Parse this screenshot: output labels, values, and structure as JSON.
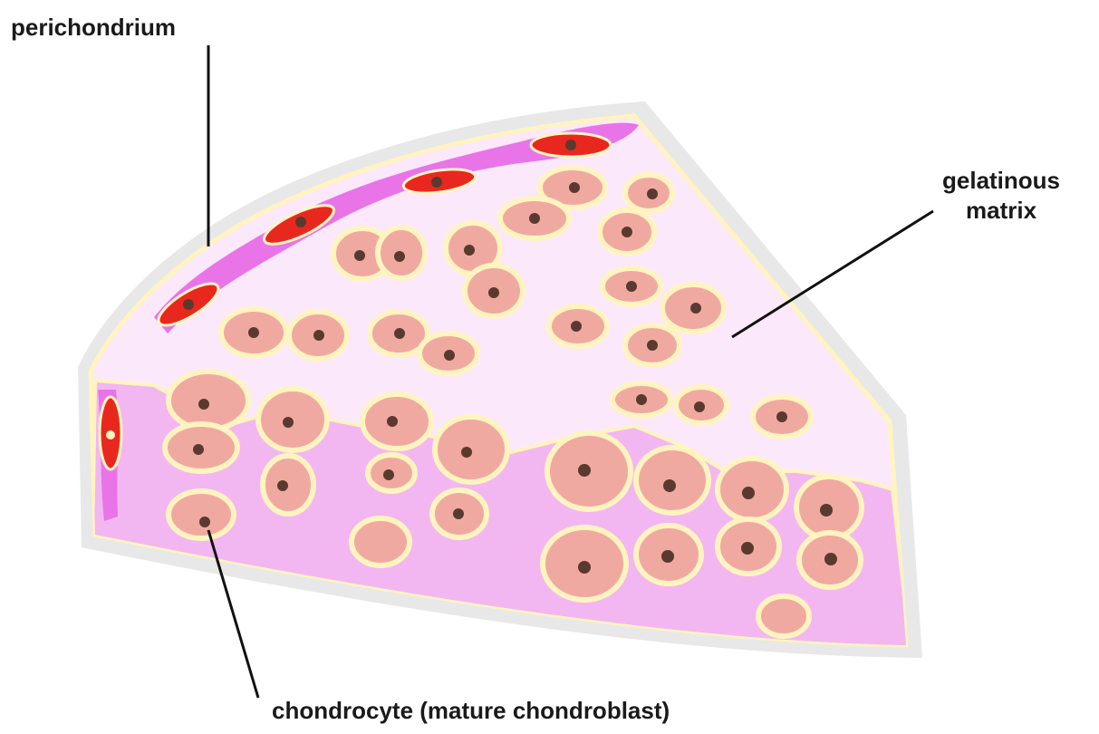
{
  "labels": {
    "perichondrium": "perichondrium",
    "gelatinous_line1": "gelatinous",
    "gelatinous_line2": "matrix",
    "chondrocyte": "chondrocyte (mature chondroblast)"
  },
  "colors": {
    "outer_glow": "#e8e8e8",
    "matrix_light": "#fce8fb",
    "matrix_dark": "#f2b7f0",
    "perichondrium": "#e874e8",
    "cell_body": "#f0a9a0",
    "lacuna_rim": "#fff4c0",
    "nucleus": "#5a3a2e",
    "fibroblast": "#e8281e",
    "leader_line": "#111111"
  }
}
